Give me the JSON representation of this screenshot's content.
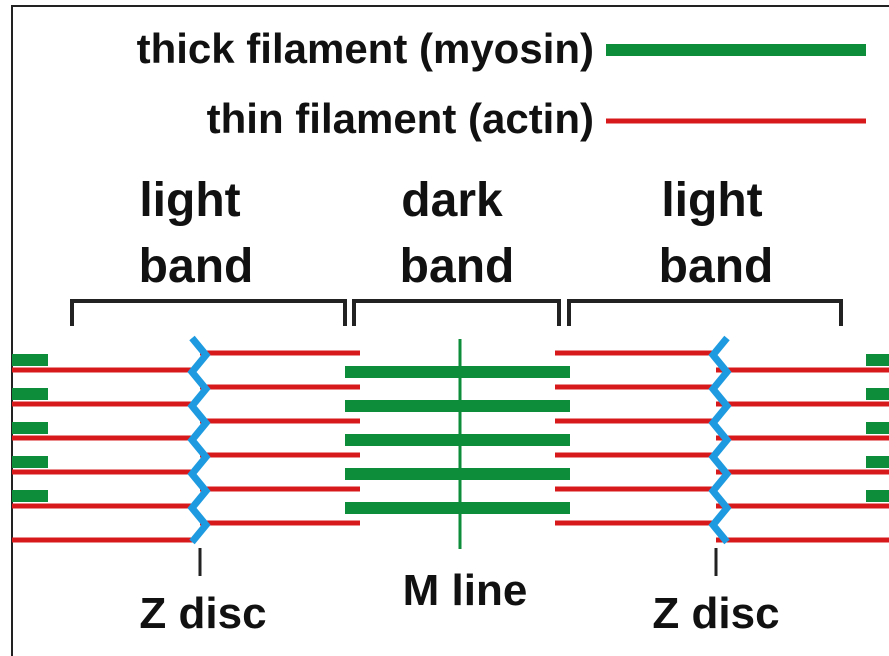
{
  "legend": {
    "thick_label": "thick filament (myosin)",
    "thin_label": "thin filament (actin)"
  },
  "bands": {
    "left": {
      "line1": "light",
      "line2": "band"
    },
    "center": {
      "line1": "dark",
      "line2": "band"
    },
    "right": {
      "line1": "light",
      "line2": "band"
    }
  },
  "labels": {
    "z_disc_left": "Z disc",
    "m_line": "M line",
    "z_disc_right": "Z disc"
  },
  "colors": {
    "thick": "#0d8c3a",
    "thin": "#d7191c",
    "z_disc": "#1e9be0",
    "text": "#111111",
    "frame": "#222222"
  }
}
